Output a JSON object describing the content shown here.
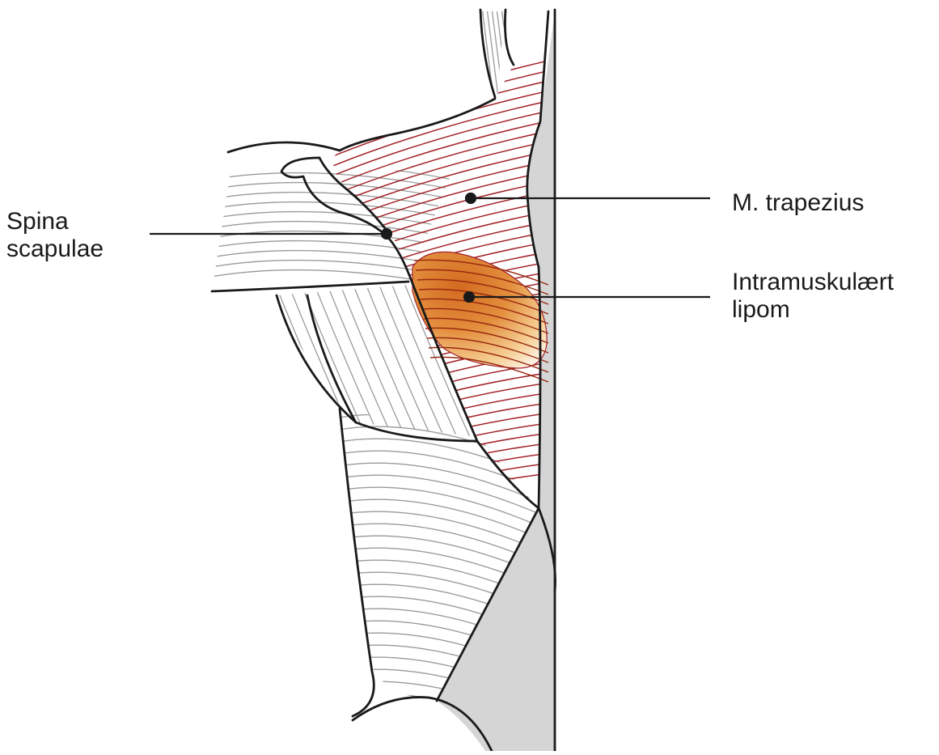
{
  "labels": {
    "spina_line1": "Spina",
    "spina_line2": "scapulae",
    "trapezius": "M. trapezius",
    "lipom_line1": "Intramuskulært",
    "lipom_line2": "lipom"
  },
  "colors": {
    "outline": "#1a1a1a",
    "muscle_fibers": "#a3232b",
    "other_fibers": "#9a9a9a",
    "midline_fill": "#d5d5d5",
    "lipoma_dark": "#d9762a",
    "lipoma_light": "#fbeede"
  }
}
